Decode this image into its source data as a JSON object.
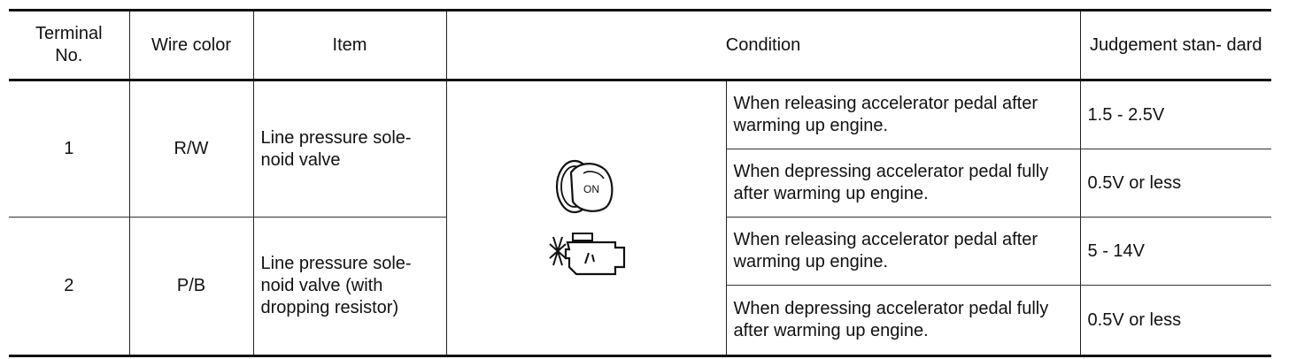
{
  "header": {
    "terminal_no": "Terminal No.",
    "wire_color": "Wire color",
    "item": "Item",
    "condition": "Condition",
    "judgement": "Judgement stan- dard"
  },
  "rows": [
    {
      "terminal": "1",
      "wire_color": "R/W",
      "item": "Line pressure sole- noid valve",
      "conditions": [
        {
          "text": "When releasing accelerator pedal after warming up engine.",
          "standard": "1.5 - 2.5V"
        },
        {
          "text": "When depressing accelerator pedal fully after warming up engine.",
          "standard": "0.5V or less"
        }
      ]
    },
    {
      "terminal": "2",
      "wire_color": "P/B",
      "item": "Line pressure sole- noid valve (with dropping resistor)",
      "conditions": [
        {
          "text": "When releasing accelerator pedal after warming up engine.",
          "standard": "5 - 14V"
        },
        {
          "text": "When depressing accelerator pedal fully after warming up engine.",
          "standard": "0.5V or less"
        }
      ]
    }
  ],
  "icons": {
    "ignition": "ignition-key-on-icon",
    "ignition_label": "ON",
    "engine": "engine-running-icon"
  }
}
